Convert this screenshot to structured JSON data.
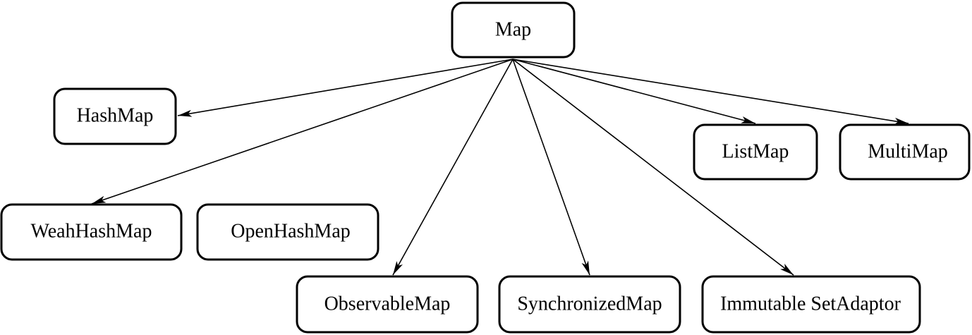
{
  "diagram": {
    "root": {
      "id": "map",
      "label": "Map"
    },
    "nodes": [
      {
        "id": "hashmap",
        "label": "HashMap",
        "has_edge": true
      },
      {
        "id": "weahhashmap",
        "label": "WeahHashMap",
        "has_edge": true
      },
      {
        "id": "openhashmap",
        "label": "OpenHashMap",
        "has_edge": false
      },
      {
        "id": "observablemap",
        "label": "ObservableMap",
        "has_edge": true
      },
      {
        "id": "synchronizedmap",
        "label": "SynchronizedMap",
        "has_edge": true
      },
      {
        "id": "immutablesetadaptor",
        "label": "Immutable SetAdaptor",
        "has_edge": true
      },
      {
        "id": "listmap",
        "label": "ListMap",
        "has_edge": true
      },
      {
        "id": "multimap",
        "label": "MultiMap",
        "has_edge": true
      }
    ],
    "edge_style": {
      "color": "#000000",
      "arrowhead": "filled-triangle"
    },
    "box_style": {
      "border_color": "#000000",
      "fill_color": "#ffffff",
      "corner": "rounded"
    }
  }
}
